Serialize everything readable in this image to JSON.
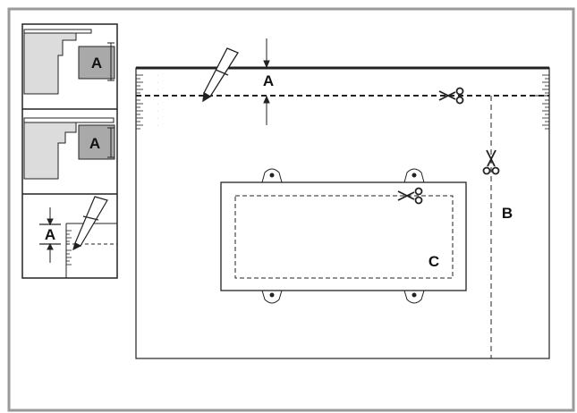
{
  "labels": {
    "a_main": "A",
    "b": "B",
    "c": "C",
    "a_panel1": "A",
    "a_panel2": "A",
    "a_panel3": "A"
  },
  "colors": {
    "frame": "#9a9a9a",
    "line": "#222222",
    "countertop": "#dcdcdc",
    "block": "#a9a9a9"
  },
  "icons": [
    "pencil-icon",
    "scissors-icon",
    "measurement-arrow-icon",
    "mounting-tab-icon"
  ]
}
